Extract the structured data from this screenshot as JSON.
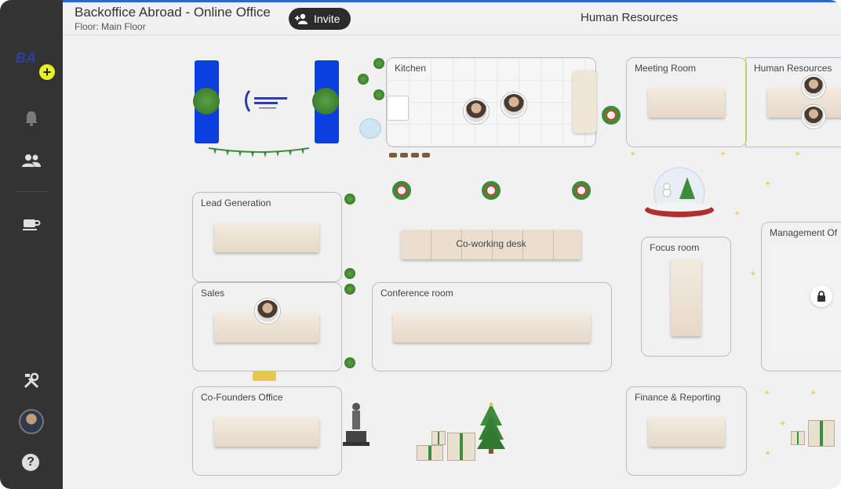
{
  "header": {
    "title": "Backoffice Abroad - Online Office",
    "floor": "Floor: Main Floor",
    "invite_label": "Invite",
    "current_room": "Human Resources"
  },
  "sidebar": {
    "logo_text": "BA",
    "icons": [
      "bell-icon",
      "people-icon",
      "coffee-icon",
      "tools-icon",
      "help-icon"
    ]
  },
  "rooms": {
    "kitchen": "Kitchen",
    "meeting_room": "Meeting Room",
    "human_resources": "Human Resources",
    "lead_generation": "Lead Generation",
    "coworking_desk": "Co-working desk",
    "sales": "Sales",
    "conference_room": "Conference room",
    "focus_room": "Focus room",
    "management_office": "Management Of",
    "cofounders_office": "Co-Founders Office",
    "finance_reporting": "Finance & Reporting"
  },
  "colors": {
    "sidebar": "#333333",
    "canvas": "#f1f1f1",
    "accent_blue": "#1f6fd1",
    "hr_room_border": "#b6cf6d",
    "brand_blue": "#0b3fe0"
  }
}
